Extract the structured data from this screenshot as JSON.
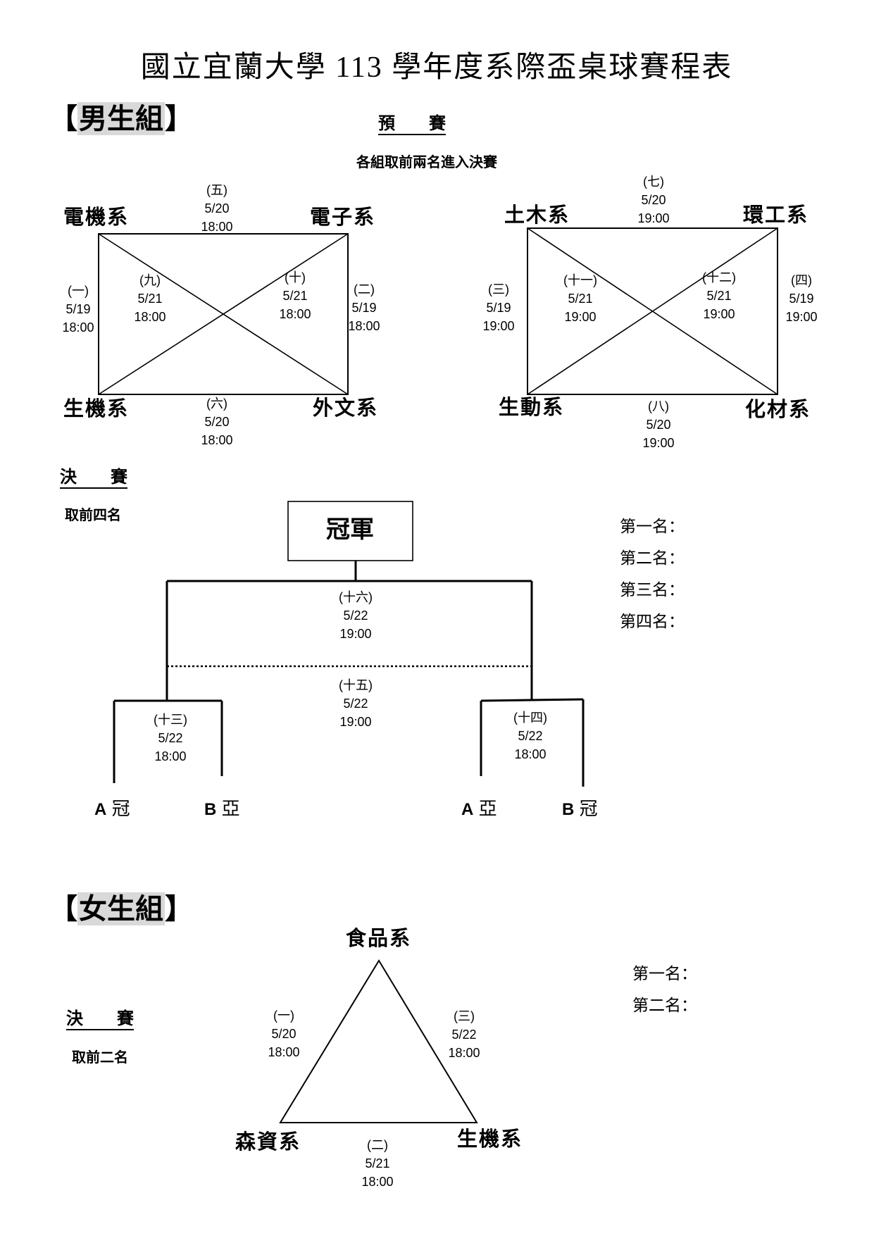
{
  "title": "國立宜蘭大學 113 學年度系際盃桌球賽程表",
  "men": {
    "group_label": "男生組",
    "prelim_label": "預　　賽",
    "prelim_note": "各組取前兩名進入決賽",
    "group_a": {
      "top_left": "電機系",
      "top_right": "電子系",
      "bottom_left": "生機系",
      "bottom_right": "外文系",
      "matches": {
        "top": {
          "no": "(五)",
          "date": "5/20",
          "time": "18:00"
        },
        "left": {
          "no": "(一)",
          "date": "5/19",
          "time": "18:00"
        },
        "diag_l": {
          "no": "(九)",
          "date": "5/21",
          "time": "18:00"
        },
        "diag_r": {
          "no": "(十)",
          "date": "5/21",
          "time": "18:00"
        },
        "right": {
          "no": "(二)",
          "date": "5/19",
          "time": "18:00"
        },
        "bottom": {
          "no": "(六)",
          "date": "5/20",
          "time": "18:00"
        }
      }
    },
    "group_b": {
      "top_left": "土木系",
      "top_right": "環工系",
      "bottom_left": "生動系",
      "bottom_right": "化材系",
      "matches": {
        "top": {
          "no": "(七)",
          "date": "5/20",
          "time": "19:00"
        },
        "left": {
          "no": "(三)",
          "date": "5/19",
          "time": "19:00"
        },
        "diag_l": {
          "no": "(十一)",
          "date": "5/21",
          "time": "19:00"
        },
        "diag_r": {
          "no": "(十二)",
          "date": "5/21",
          "time": "19:00"
        },
        "right": {
          "no": "(四)",
          "date": "5/19",
          "time": "19:00"
        },
        "bottom": {
          "no": "(八)",
          "date": "5/20",
          "time": "19:00"
        }
      }
    },
    "final_label": "決　　賽",
    "final_note": "取前四名",
    "champion_label": "冠軍",
    "final_matches": {
      "m16": {
        "no": "(十六)",
        "date": "5/22",
        "time": "19:00"
      },
      "m15": {
        "no": "(十五)",
        "date": "5/22",
        "time": "19:00"
      },
      "m13": {
        "no": "(十三)",
        "date": "5/22",
        "time": "18:00"
      },
      "m14": {
        "no": "(十四)",
        "date": "5/22",
        "time": "18:00"
      }
    },
    "seeds": [
      {
        "letter": "A",
        "rank": "冠"
      },
      {
        "letter": "B",
        "rank": "亞"
      },
      {
        "letter": "A",
        "rank": "亞"
      },
      {
        "letter": "B",
        "rank": "冠"
      }
    ],
    "ranks": [
      "第一名：",
      "第二名：",
      "第三名：",
      "第四名："
    ]
  },
  "women": {
    "group_label": "女生組",
    "final_label": "決　　賽",
    "final_note": "取前二名",
    "top": "食品系",
    "bottom_left": "森資系",
    "bottom_right": "生機系",
    "matches": {
      "left": {
        "no": "(一)",
        "date": "5/20",
        "time": "18:00"
      },
      "right": {
        "no": "(三)",
        "date": "5/22",
        "time": "18:00"
      },
      "bottom": {
        "no": "(二)",
        "date": "5/21",
        "time": "18:00"
      }
    },
    "ranks": [
      "第一名：",
      "第二名："
    ]
  }
}
